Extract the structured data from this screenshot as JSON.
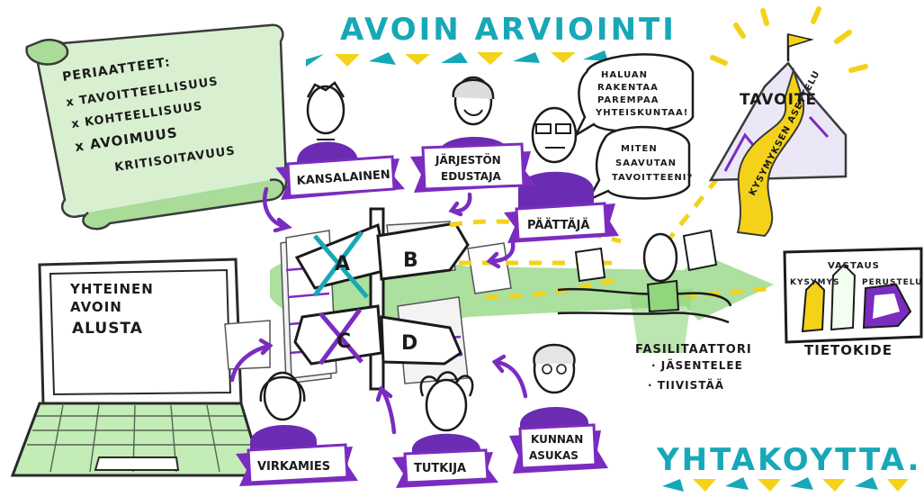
{
  "title": "AVOIN ARVIOINTI",
  "principles": {
    "heading": "PERIAATTEET:",
    "items": [
      "x TAVOITTEELLISUUS",
      "x KOHTEELLISUUS",
      "x AVOIMUUS",
      "KRITISOITAVUUS"
    ]
  },
  "platform": {
    "line1": "YHTEINEN",
    "line2": "AVOIN",
    "line3": "ALUSTA"
  },
  "roles": {
    "kansalainen": "KANSALAINEN",
    "jarjesto_line1": "JÄRJESTÖN",
    "jarjesto_line2": "EDUSTAJA",
    "paattaja": "PÄÄTTÄJÄ",
    "virkamies": "VIRKAMIES",
    "tutkija": "TUTKIJA",
    "asukas_line1": "KUNNAN",
    "asukas_line2": "ASUKAS"
  },
  "speech": {
    "bubble1": [
      "HALUAN",
      "RAKENTAA",
      "PAREMPAA",
      "YHTEISKUNTAA!"
    ],
    "bubble2": [
      "MITEN",
      "SAAVUTAN",
      "TAVOITTEENI?"
    ]
  },
  "goal": {
    "label": "TAVOITE",
    "path_text": "KYSYMYKSEN ASETTELU"
  },
  "signpost": {
    "a": "A",
    "b": "B",
    "c": "C",
    "d": "D"
  },
  "facilitator": {
    "title": "FASILITAATTORI",
    "task1": "· JÄSENTELEE",
    "task2": "· TIIVISTÄÄ"
  },
  "crystal": {
    "vastaus": "VASTAUS",
    "kysymys": "KYSYMYS",
    "perustelu": "PERUSTELU",
    "label": "TIETOKIDE"
  },
  "brand": "YHTAKOYTTA.FI",
  "colors": {
    "teal": "#17a8b8",
    "purple": "#7b2cc0",
    "green": "#8fd67d",
    "yellow": "#f4d21a",
    "ink": "#1b1b1b"
  }
}
